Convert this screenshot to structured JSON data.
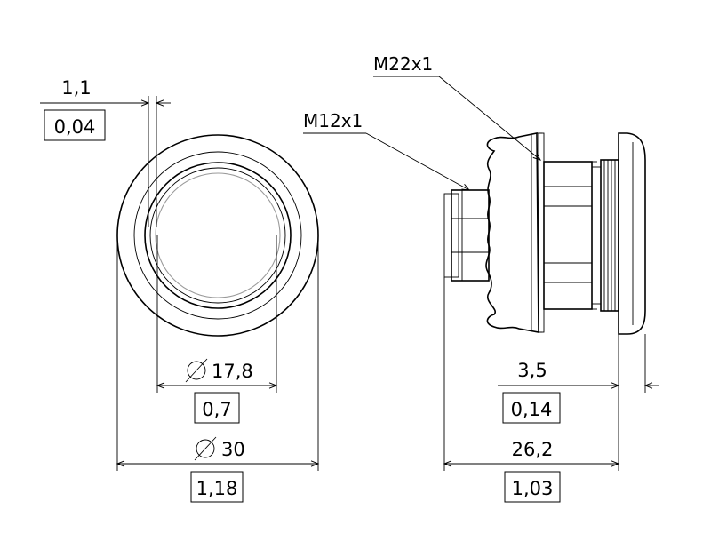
{
  "labels": {
    "thread_large": "M22x1",
    "thread_small": "M12x1"
  },
  "dimensions": {
    "wall_mm": "1,1",
    "wall_in": "0,04",
    "inner_diameter_mm": "17,8",
    "inner_diameter_in": "0,7",
    "outer_diameter_mm": "30",
    "outer_diameter_in": "1,18",
    "flange_mm": "3,5",
    "flange_in": "0,14",
    "length_mm": "26,2",
    "length_in": "1,03"
  }
}
